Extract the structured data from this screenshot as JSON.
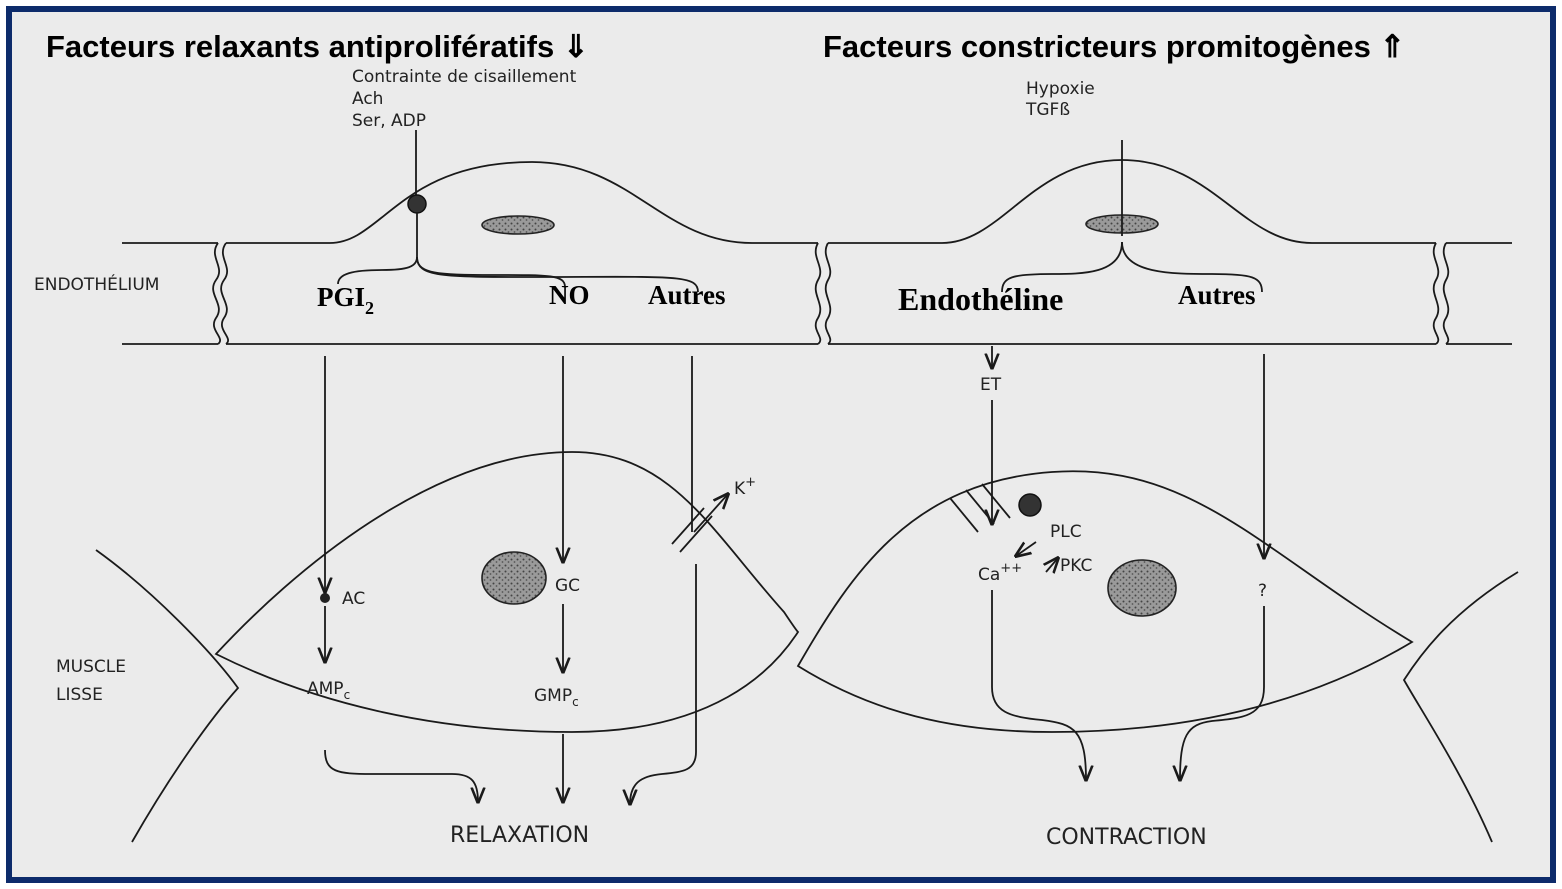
{
  "headers": {
    "left": "Facteurs relaxants antiprolifératifs ⇓",
    "right": "Facteurs constricteurs promitogènes ⇑"
  },
  "stimuli": {
    "left": [
      "Contrainte de cisaillement",
      "Ach",
      "Ser, ADP"
    ],
    "right": [
      "Hypoxie",
      "TGFß"
    ]
  },
  "layers": {
    "endothelium": "ENDOTHÉLIUM",
    "muscle_line1": "MUSCLE",
    "muscle_line2": "LISSE"
  },
  "left_factors": {
    "pgi": "PGI",
    "pgi_sub": "2",
    "no": "NO",
    "autres": "Autres"
  },
  "right_factors": {
    "endotheline": "Endothéline",
    "autres": "Autres"
  },
  "left_cell": {
    "ac": "AC",
    "amp": "AMP",
    "amp_sub": "c",
    "gc": "GC",
    "gmp": "GMP",
    "gmp_sub": "c",
    "k": "K",
    "k_sup": "+"
  },
  "right_cell": {
    "et": "ET",
    "plc": "PLC",
    "ca": "Ca",
    "ca_sup": "++",
    "pkc": "PKC",
    "question": "?"
  },
  "outcomes": {
    "relaxation": "RELAXATION",
    "contraction": "CONTRACTION"
  }
}
